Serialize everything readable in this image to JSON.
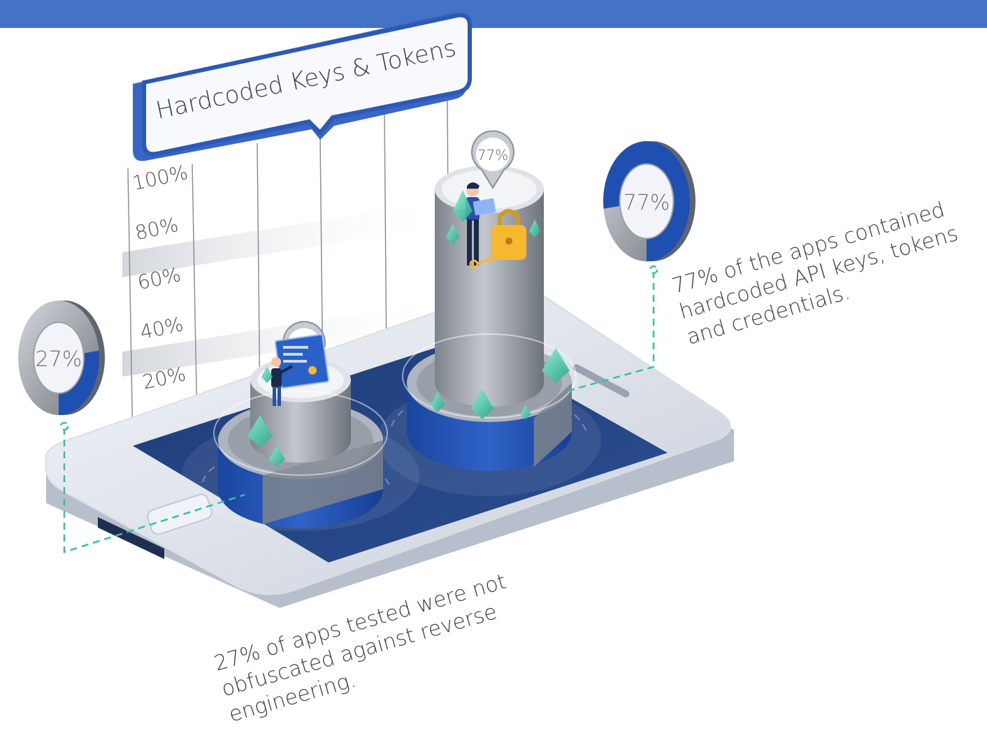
{
  "header": {
    "color": "#4472c4"
  },
  "chart_data": {
    "type": "bar",
    "title": "Hardcoded Keys & Tokens",
    "categories": [
      "",
      ""
    ],
    "values": [
      27,
      77
    ],
    "ylim": [
      0,
      100
    ],
    "y_ticks": [
      "20%",
      "40%",
      "60%",
      "80%",
      "100%"
    ],
    "bar_labels": [
      "27%",
      "77%"
    ],
    "grid": true,
    "colors": {
      "fill": "#1f4fb0",
      "rest": "#7e848c",
      "accent": "#2ec4a1"
    }
  },
  "stats": [
    {
      "value": 27,
      "label": "27%",
      "lines": [
        "27% of apps tested were not",
        "obfuscated against reverse",
        "engineering."
      ]
    },
    {
      "value": 77,
      "label": "77%",
      "lines": [
        "77% of the apps contained",
        "hardcoded API keys, tokens",
        "and credentials."
      ]
    }
  ],
  "icons": {
    "analyst": "person-with-laptop-icon",
    "presenter": "person-at-screen-icon",
    "lock": "padlock-icon",
    "key": "key-icon",
    "crystals": "crystal-icon"
  }
}
